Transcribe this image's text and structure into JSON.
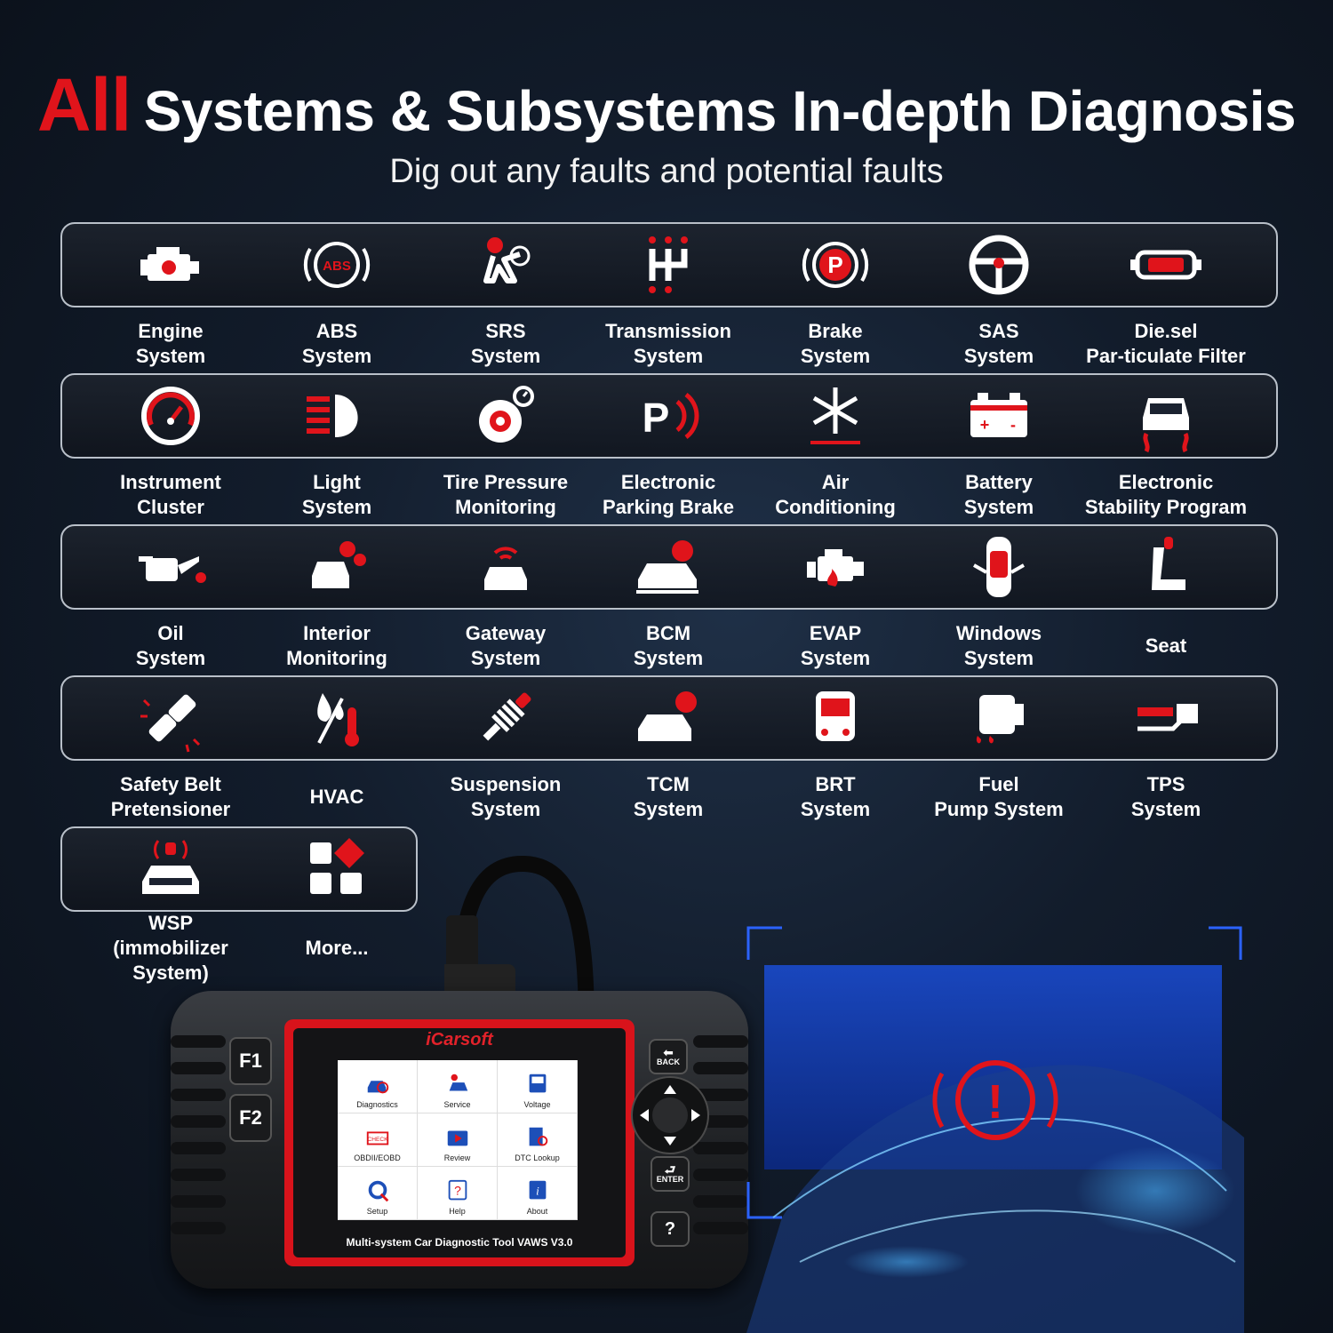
{
  "header": {
    "accent": "All",
    "title": "Systems & Subsystems In-depth Diagnosis",
    "subtitle": "Dig out any faults and potential faults"
  },
  "colors": {
    "accent_red": "#e0141b",
    "frame": "#b9c0c9",
    "background": "#121c2b"
  },
  "systems": [
    {
      "label": "Engine\nSystem",
      "icon": "engine-icon"
    },
    {
      "label": "ABS\nSystem",
      "icon": "abs-icon"
    },
    {
      "label": "SRS\nSystem",
      "icon": "airbag-icon"
    },
    {
      "label": "Transmission\nSystem",
      "icon": "gearshift-icon"
    },
    {
      "label": "Brake\nSystem",
      "icon": "parking-brake-icon"
    },
    {
      "label": "SAS\nSystem",
      "icon": "steering-wheel-icon"
    },
    {
      "label": "Die.sel\nPar-ticulate Filter",
      "icon": "dpf-icon"
    },
    {
      "label": "Instrument\nCluster",
      "icon": "gauge-icon"
    },
    {
      "label": "Light\nSystem",
      "icon": "headlight-icon"
    },
    {
      "label": "Tire Pressure\nMonitoring",
      "icon": "tire-icon"
    },
    {
      "label": "Electronic\nParking Brake",
      "icon": "epb-icon"
    },
    {
      "label": "Air\nConditioning",
      "icon": "snowflake-icon"
    },
    {
      "label": "Battery\nSystem",
      "icon": "battery-icon"
    },
    {
      "label": "Electronic\nStability Program",
      "icon": "esp-icon"
    },
    {
      "label": "Oil\nSystem",
      "icon": "oil-can-icon"
    },
    {
      "label": "Interior\nMonitoring",
      "icon": "car-gear-icon"
    },
    {
      "label": "Gateway\nSystem",
      "icon": "car-wifi-icon"
    },
    {
      "label": "BCM\nSystem",
      "icon": "car-body-icon"
    },
    {
      "label": "EVAP\nSystem",
      "icon": "evap-icon"
    },
    {
      "label": "Windows\nSystem",
      "icon": "car-top-icon"
    },
    {
      "label": "Seat",
      "icon": "seat-icon"
    },
    {
      "label": "Safety Belt\nPretensioner",
      "icon": "seatbelt-icon"
    },
    {
      "label": "HVAC",
      "icon": "humidity-icon"
    },
    {
      "label": "Suspension\nSystem",
      "icon": "shock-absorber-icon"
    },
    {
      "label": "TCM\nSystem",
      "icon": "car-alert-icon"
    },
    {
      "label": "BRT\nSystem",
      "icon": "bus-icon"
    },
    {
      "label": "Fuel\nPump System",
      "icon": "fuel-pump-icon"
    },
    {
      "label": "TPS\nSystem",
      "icon": "throttle-icon"
    },
    {
      "label": "WSP\n(immobilizer System)",
      "icon": "immobilizer-icon"
    },
    {
      "label": "More...",
      "icon": "more-grid-icon"
    }
  ],
  "device": {
    "brand": "iCarsoft",
    "model": "Multi-system Car Diagnostic Tool VAWS V3.0",
    "buttons": {
      "f1": "F1",
      "f2": "F2",
      "back": "BACK",
      "enter": "ENTER",
      "help": "?"
    },
    "menu": [
      {
        "label": "Diagnostics",
        "icon": "car-search-icon"
      },
      {
        "label": "Service",
        "icon": "service-icon"
      },
      {
        "label": "Voltage",
        "icon": "voltmeter-icon"
      },
      {
        "label": "OBDII/EOBD",
        "icon": "check-engine-icon"
      },
      {
        "label": "Review",
        "icon": "review-icon"
      },
      {
        "label": "DTC Lookup",
        "icon": "dtc-lookup-icon"
      },
      {
        "label": "Setup",
        "icon": "setup-gear-icon"
      },
      {
        "label": "Help",
        "icon": "help-icon"
      },
      {
        "label": "About",
        "icon": "about-icon"
      }
    ]
  },
  "alert": {
    "symbol": "!"
  }
}
